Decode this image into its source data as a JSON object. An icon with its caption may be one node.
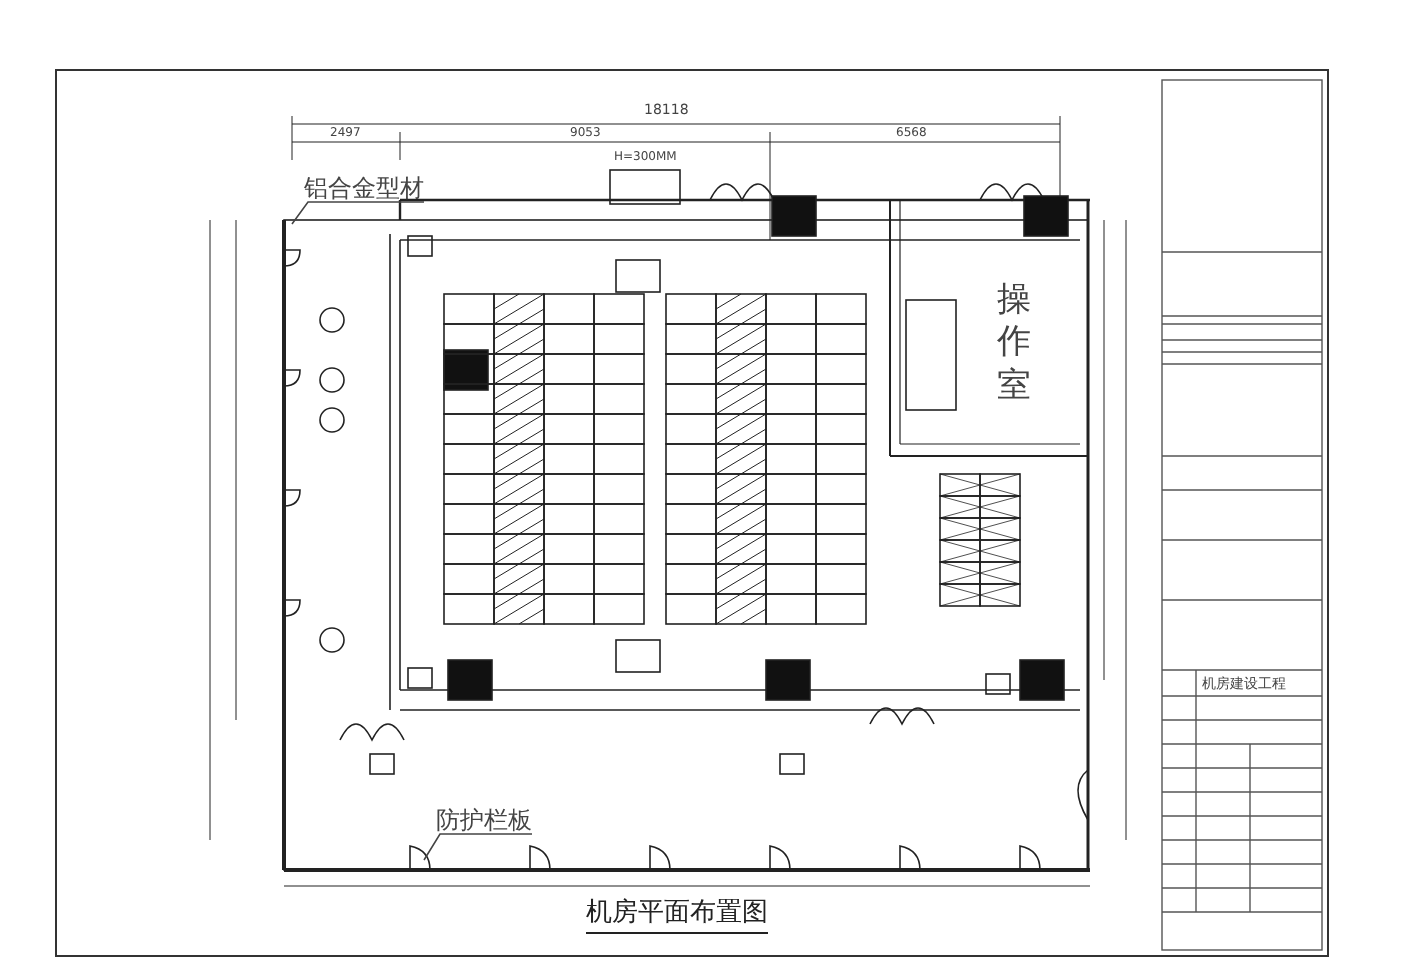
{
  "diagram": {
    "title": "机房平面布置图",
    "nodes": [
      {
        "text": [
          "铝合金型材"
        ]
      },
      {
        "text": [
          "防护栏板"
        ]
      },
      {
        "text": [
          "操作室"
        ]
      }
    ],
    "edges": [
      {
        "from": 0,
        "to": null,
        "arrow": "none"
      },
      {
        "from": 1,
        "to": null,
        "arrow": "none"
      }
    ],
    "labels": [
      "18118",
      "2497",
      "9053",
      "6568",
      "H=300MM",
      "机房建设工程"
    ]
  }
}
